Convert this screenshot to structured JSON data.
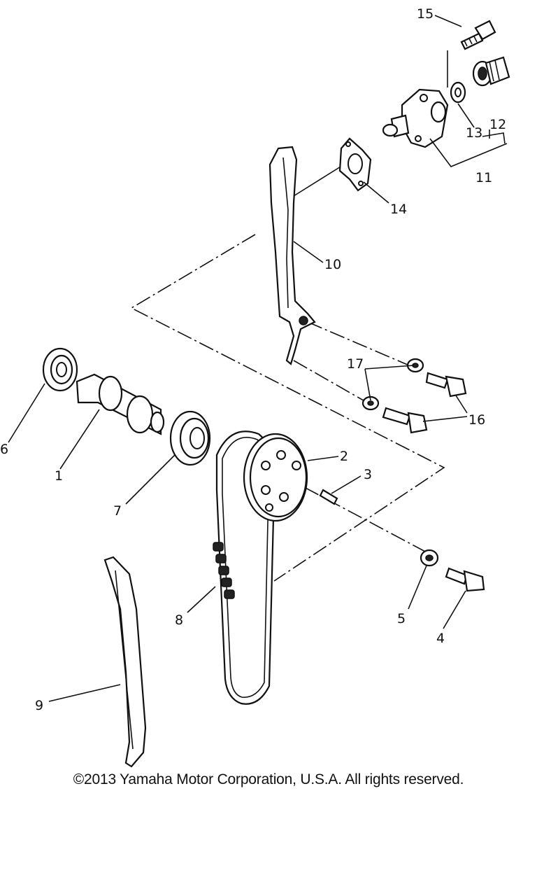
{
  "callouts": {
    "p1": "1",
    "p2": "2",
    "p3": "3",
    "p4": "4",
    "p5": "5",
    "p6": "6",
    "p7": "7",
    "p8": "8",
    "p9": "9",
    "p10": "10",
    "p11": "11",
    "p12": "12",
    "p13": "13",
    "p14": "14",
    "p15": "15",
    "p16": "16",
    "p17": "17"
  },
  "copyright": "©2013 Yamaha Motor Corporation, U.S.A. All rights reserved."
}
